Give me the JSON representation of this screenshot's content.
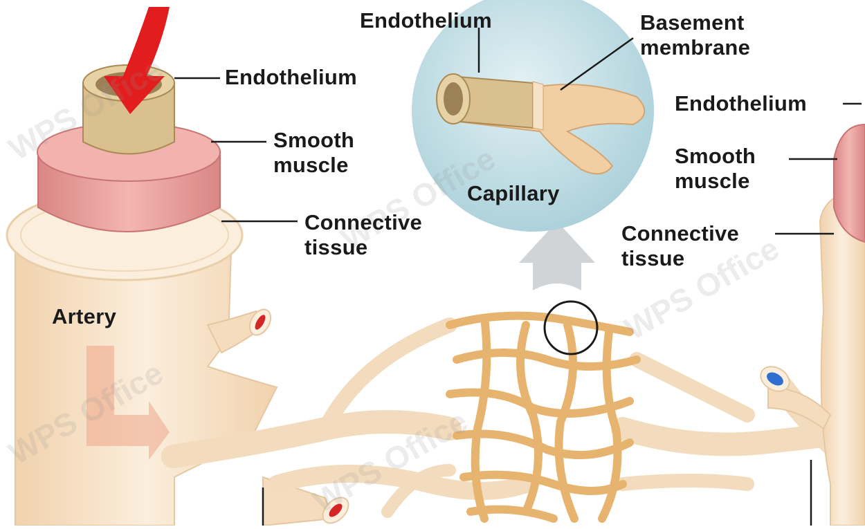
{
  "labels": {
    "artery_endothelium": "Endothelium",
    "artery_smooth_muscle": "Smooth\nmuscle",
    "artery_connective": "Connective\ntissue",
    "artery_title": "Artery",
    "cap_endothelium": "Endothelium",
    "cap_basement": "Basement\nmembrane",
    "cap_title": "Capillary",
    "vein_endothelium": "Endothelium",
    "vein_smooth_muscle": "Smooth\nmuscle",
    "vein_connective": "Connective\ntissue"
  },
  "watermark": "WPS Office",
  "colors": {
    "tissue": "#f6dfc0",
    "tissue_shade": "#e9c89e",
    "capillary": "#e7b46f",
    "muscle": "#e89a9a",
    "endothelium": "#d9c08e",
    "bubble": "#c9e3ea",
    "flow_arrow": "#e21d1d",
    "artery_lumen": "#d42626",
    "vein_lumen": "#2f6fd0"
  }
}
